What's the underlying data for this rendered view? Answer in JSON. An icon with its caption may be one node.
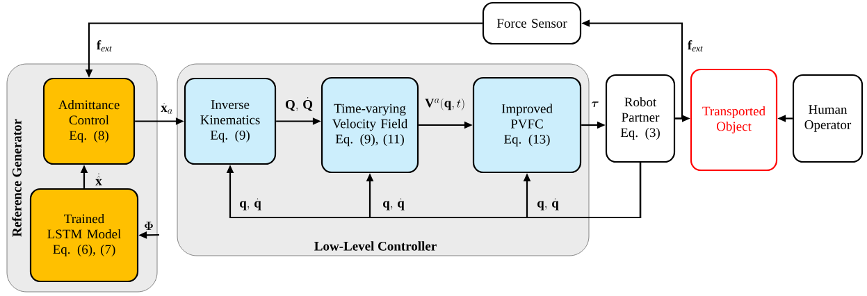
{
  "diagram": {
    "nodes": [
      {
        "text": [
          "Reference Generator"
        ]
      },
      {
        "text": [
          "Admittance Control Eq. (8)"
        ],
        "in": 0
      },
      {
        "text": [
          "Trained LSTM Model Eq. (6), (7)"
        ],
        "in": 0
      },
      {
        "text": [
          "Low-Level Controller"
        ]
      },
      {
        "text": [
          "Inverse Kinematics Eq. (9)"
        ],
        "in": 3
      },
      {
        "text": [
          "Time-varying Velocity Field Eq. (9), (11)"
        ],
        "in": 3
      },
      {
        "text": [
          "Improved PVFC Eq. (13)"
        ],
        "in": 3
      },
      {
        "text": [
          "Robot Partner Eq. (3)"
        ]
      },
      {
        "text": [
          "Transported Object"
        ]
      },
      {
        "text": [
          "Human Operator"
        ]
      },
      {
        "text": [
          "Force Sensor"
        ]
      }
    ],
    "edges": [
      {
        "from": 10,
        "to": 1,
        "arrow": "to",
        "label": "\\mathbf{f}_{\\mathit{ext}}"
      },
      {
        "from": 2,
        "to": 1,
        "arrow": "to",
        "label": "\\dot{\\hat{\\mathbf{x}}}"
      },
      {
        "from": null,
        "to": 2,
        "arrow": "to",
        "label": "\\boldsymbol{\\Phi}"
      },
      {
        "from": 1,
        "to": 4,
        "arrow": "to",
        "label": "\\dot{\\mathbf{x}}_{a}"
      },
      {
        "from": 4,
        "to": 5,
        "arrow": "to",
        "label": "\\mathbf{Q},\\,\\dot{\\mathbf{Q}}"
      },
      {
        "from": 5,
        "to": 6,
        "arrow": "to",
        "label": "\\mathbf{V}^{a}(\\mathbf{q},t)"
      },
      {
        "from": 6,
        "to": 7,
        "arrow": "to",
        "label": "\\boldsymbol{\\tau}"
      },
      {
        "from": 7,
        "to": 8,
        "arrow": "to"
      },
      {
        "from": 7,
        "to": 10,
        "arrow": "to",
        "label": "\\mathbf{f}_{\\mathit{ext}}"
      },
      {
        "from": 9,
        "to": 8,
        "arrow": "to"
      },
      {
        "from": 7,
        "to": 4,
        "arrow": "to",
        "label": "\\mathbf{q},\\,\\dot{\\mathbf{q}}"
      },
      {
        "from": 7,
        "to": 5,
        "arrow": "to",
        "label": "\\mathbf{q},\\,\\dot{\\mathbf{q}}"
      },
      {
        "from": 7,
        "to": 6,
        "arrow": "to",
        "label": "\\mathbf{q},\\,\\dot{\\mathbf{q}}"
      }
    ]
  }
}
